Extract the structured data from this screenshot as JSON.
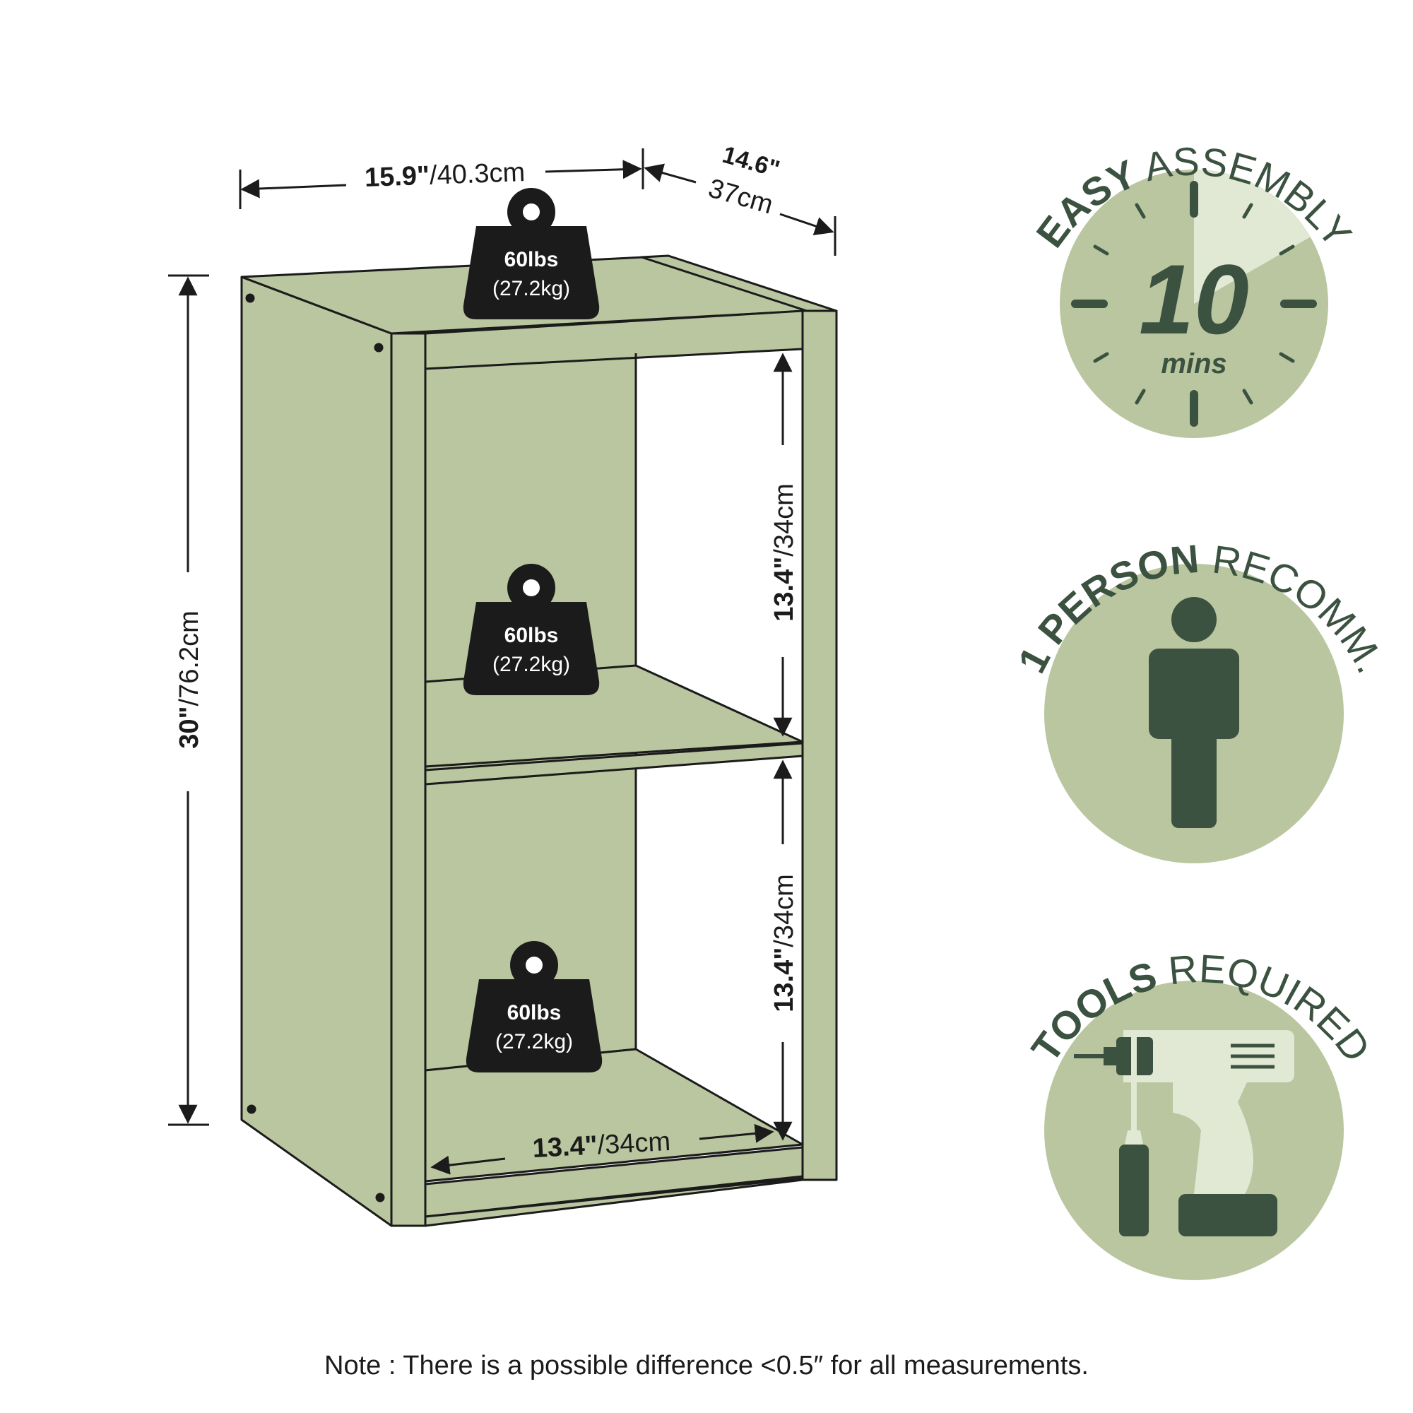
{
  "colors": {
    "panel": "#b9c69f",
    "ink": "#1b1b1b",
    "dark_green": "#3b5240",
    "light_green": "#e1e8d4",
    "background": "#ffffff"
  },
  "dimensions": {
    "width": {
      "bold": "15.9\"",
      "normal": "/40.3cm"
    },
    "depth": {
      "bold": "14.6\"",
      "normal": "37cm"
    },
    "height": {
      "bold": "30\"",
      "normal": "/76.2cm"
    },
    "cubby_height_upper": {
      "bold": "13.4\"",
      "normal": "/34cm"
    },
    "cubby_height_lower": {
      "bold": "13.4\"",
      "normal": "/34cm"
    },
    "cubby_width": {
      "bold": "13.4\"",
      "normal": "/34cm"
    }
  },
  "weights": [
    {
      "lbs": "60lbs",
      "kg": "(27.2kg)"
    },
    {
      "lbs": "60lbs",
      "kg": "(27.2kg)"
    },
    {
      "lbs": "60lbs",
      "kg": "(27.2kg)"
    }
  ],
  "badges": {
    "assembly": {
      "bold": "EASY",
      "normal": "ASSEMBLY",
      "number": "10",
      "unit": "mins",
      "icon": "clock-timer-icon",
      "time_fraction": 0.167
    },
    "person": {
      "bold": "1 PERSON",
      "normal": "RECOMM.",
      "icon": "person-icon"
    },
    "tools": {
      "bold": "TOOLS",
      "normal": "REQUIRED",
      "icon": "drill-screwdriver-icon"
    }
  },
  "note": "Note : There is a possible difference <0.5″ for all measurements."
}
